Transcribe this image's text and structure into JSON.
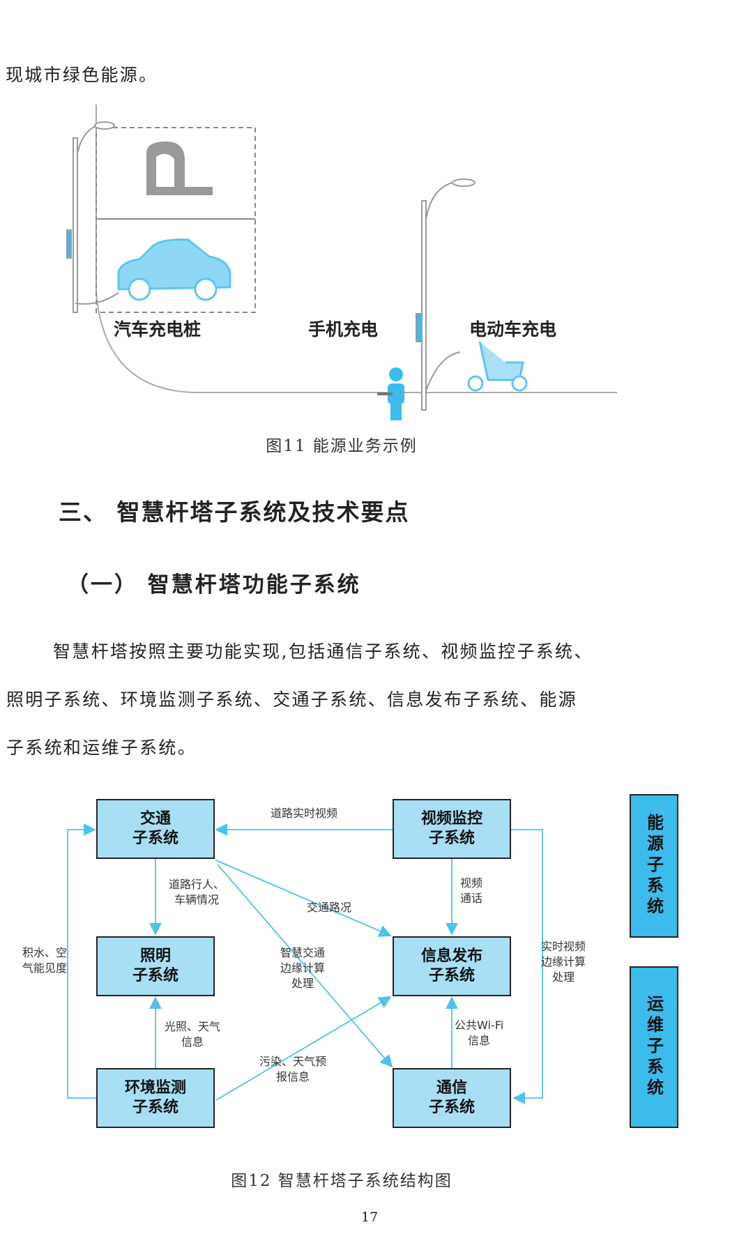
{
  "intro_line": "现城市绿色能源。",
  "figure11": {
    "labels": {
      "car": "汽车充电桩",
      "phone": "手机充电",
      "ebike": "电动车充电"
    },
    "caption": "图11 能源业务示例"
  },
  "section_heading": "三、 智慧杆塔子系统及技术要点",
  "subsection_heading": "（一） 智慧杆塔功能子系统",
  "paragraph": [
    "智慧杆塔按照主要功能实现,包括通信子系统、视频监控子系统、",
    "照明子系统、环境监测子系统、交通子系统、信息发布子系统、能源",
    "子系统和运维子系统。"
  ],
  "figure12": {
    "boxes": {
      "traffic": [
        "交通",
        "子系统"
      ],
      "video": [
        "视频监控",
        "子系统"
      ],
      "lighting": [
        "照明",
        "子系统"
      ],
      "info": [
        "信息发布",
        "子系统"
      ],
      "env": [
        "环境监测",
        "子系统"
      ],
      "comm": [
        "通信",
        "子系统"
      ],
      "energy": "能源子系统",
      "ops": "运维子系统"
    },
    "edges": {
      "video_traffic": "道路实时视频",
      "traffic_lighting": [
        "道路行人、",
        "车辆情况"
      ],
      "traffic_info": "交通路况",
      "video_info": [
        "视频",
        "通话"
      ],
      "traffic_comm": [
        "智慧交通",
        "边缘计算",
        "处理"
      ],
      "env_traffic": [
        "积水、空",
        "气能见度"
      ],
      "video_comm": [
        "实时视频",
        "边缘计算",
        "处理"
      ],
      "env_lighting": [
        "光照、天气",
        "信息"
      ],
      "env_info": [
        "污染、天气预",
        "报信息"
      ],
      "comm_info": [
        "公共Wi-Fi",
        "信息"
      ]
    },
    "caption": "图12 智慧杆塔子系统结构图",
    "line_color": "#4cc3ea"
  },
  "page_number": "17"
}
